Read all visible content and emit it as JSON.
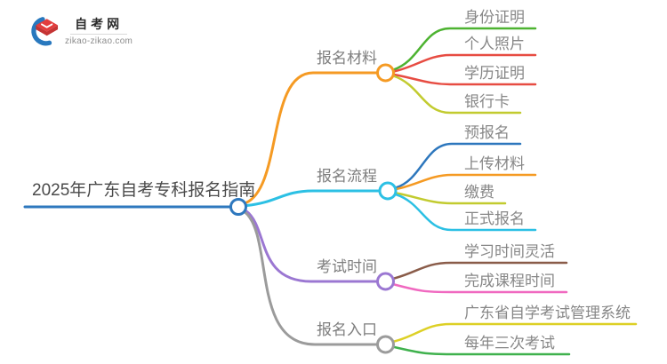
{
  "logo": {
    "title": "自考网",
    "subtitle": "zikao-zikao.com",
    "brand_blue": "#2878be",
    "cap_red": "#e23d3d",
    "cap_red_dark": "#c53434"
  },
  "mindmap": {
    "root": {
      "label": "2025年广东自考专科报名指南",
      "color": "#2e78be"
    },
    "branches": [
      {
        "label": "报名材料",
        "color": "#f59a23",
        "children": [
          {
            "label": "身份证明",
            "color": "#4db331"
          },
          {
            "label": "个人照片",
            "color": "#e74c42"
          },
          {
            "label": "学历证明",
            "color": "#e74c42"
          },
          {
            "label": "银行卡",
            "color": "#c2cb2f"
          }
        ]
      },
      {
        "label": "报名流程",
        "color": "#2cc0e4",
        "children": [
          {
            "label": "预报名",
            "color": "#2d77bd"
          },
          {
            "label": "上传材料",
            "color": "#f59a23"
          },
          {
            "label": "缴费",
            "color": "#c2cb2f"
          },
          {
            "label": "正式报名",
            "color": "#2cc0e4"
          }
        ]
      },
      {
        "label": "考试时间",
        "color": "#9b77d2",
        "children": [
          {
            "label": "学习时间灵活",
            "color": "#8a5c49"
          },
          {
            "label": "完成课程时间",
            "color": "#f069c0"
          }
        ]
      },
      {
        "label": "报名入口",
        "color": "#9b9b9b",
        "children": [
          {
            "label": "广东省自学考试管理系统",
            "color": "#ddd026"
          },
          {
            "label": "每年三次考试",
            "color": "#3fb14d"
          }
        ]
      }
    ]
  }
}
